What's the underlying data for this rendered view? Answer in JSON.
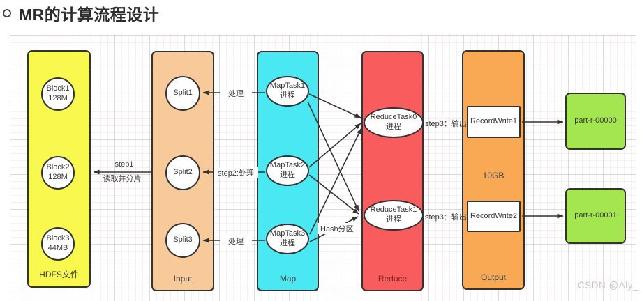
{
  "title": "MR的计算流程设计",
  "watermark": "CSDN @Aly_",
  "columns": {
    "hdfs": {
      "label": "HDFS文件"
    },
    "input": {
      "label": "Input"
    },
    "map": {
      "label": "Map"
    },
    "reduce": {
      "label": "Reduce"
    },
    "output": {
      "label": "Output"
    }
  },
  "nodes": {
    "block1": {
      "line1": "Block1",
      "line2": "128M"
    },
    "block2": {
      "line1": "Block2",
      "line2": "128M"
    },
    "block3": {
      "line1": "Block3",
      "line2": "44MB"
    },
    "split1": "Split1",
    "split2": "Split2",
    "split3": "Split3",
    "maptask1": {
      "line1": "MapTask1",
      "line2": "进程"
    },
    "maptask2": {
      "line1": "MapTask2",
      "line2": "进程"
    },
    "maptask3": {
      "line1": "MapTask3",
      "line2": "进程"
    },
    "reducetask0": {
      "line1": "ReduceTask0",
      "line2": "进程"
    },
    "reducetask1": {
      "line1": "ReduceTask1",
      "line2": "进程"
    },
    "recordwrite1": "RecordWrite1",
    "recordwrite2": "RecordWrite2",
    "output_size": "10GB",
    "part0": "part-r-00000",
    "part1": "part-r-00001"
  },
  "edge_labels": {
    "step1_line1": "step1",
    "step1_line2": "读取并分片",
    "process_top": "处理",
    "step2": "step2:处理",
    "process_bottom": "处理",
    "hash_partition": "Hash分区",
    "step3_top": "step3：输出",
    "step3_bottom": "step3：输出"
  },
  "colors": {
    "hdfs": "#f8f84e",
    "input": "#f8c999",
    "map": "#49e8f2",
    "reduce": "#f85c5c",
    "output": "#f9a854",
    "part_file": "#a3e64f",
    "border": "#333333"
  }
}
